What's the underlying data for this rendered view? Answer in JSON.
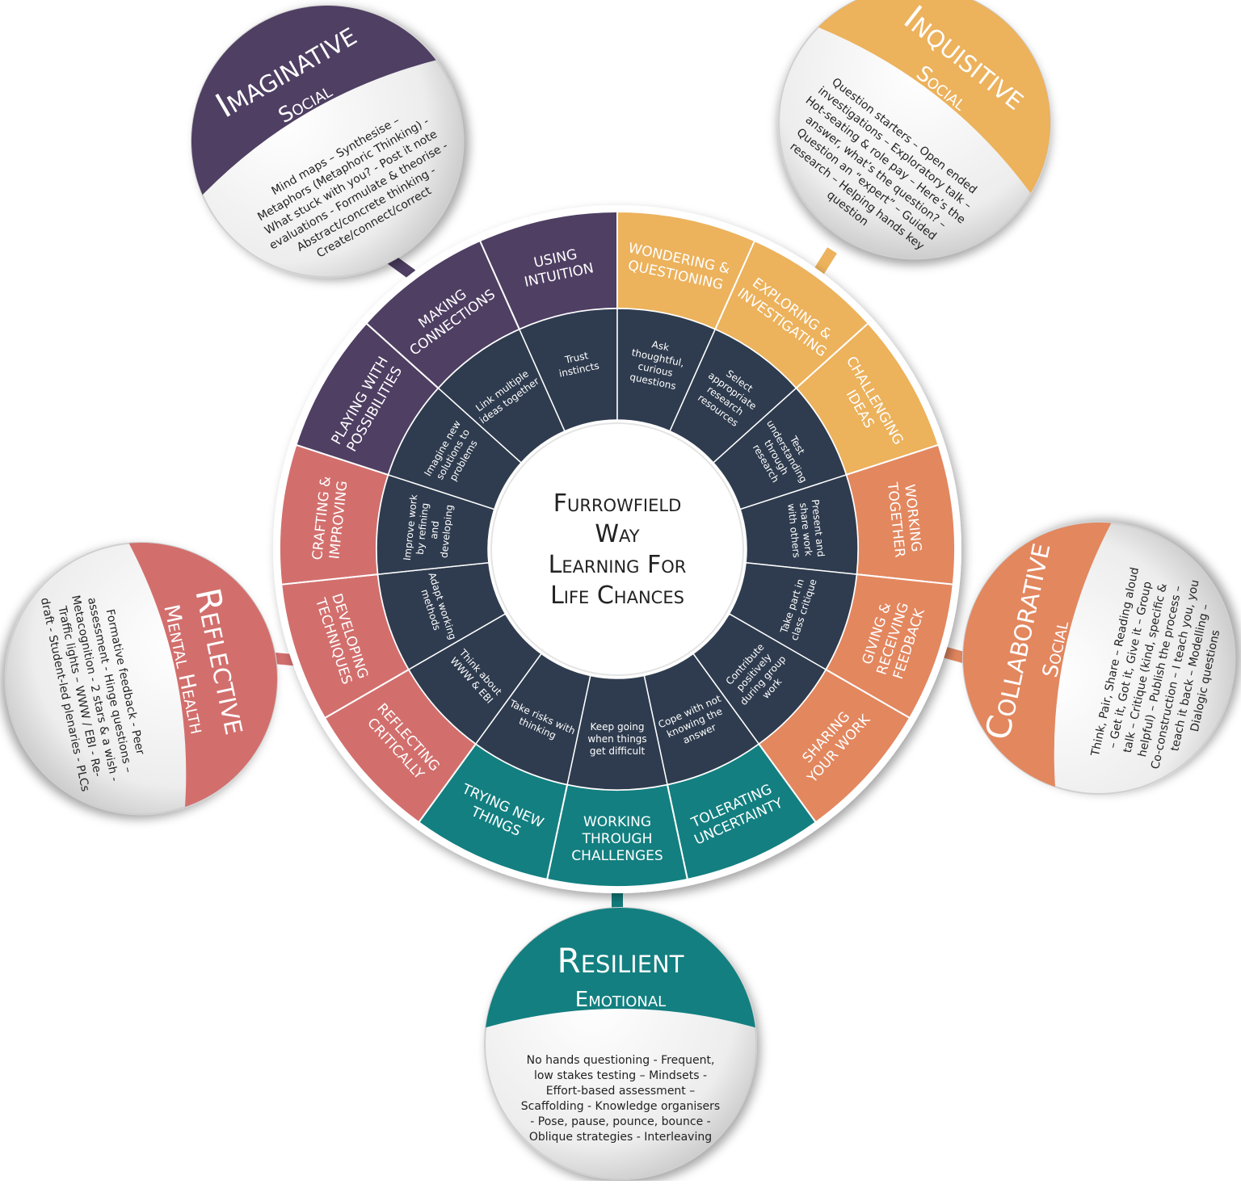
{
  "center": {
    "lines": [
      "Furrowfield",
      "Way",
      "Learning For",
      "Life Chances"
    ]
  },
  "colors": {
    "imaginative": "#4f3f63",
    "inquisitive": "#ecb25c",
    "collaborative": "#e3875f",
    "resilient": "#137f80",
    "reflective": "#d26f6d",
    "inner": "#2f3c4f",
    "bubble": "#f2f2f2"
  },
  "segments": [
    {
      "id": "using-intuition",
      "group": "imaginative",
      "outer": [
        "USING",
        "INTUITION"
      ],
      "inner": [
        "Trust",
        "instincts"
      ]
    },
    {
      "id": "wondering-questioning",
      "group": "inquisitive",
      "outer": [
        "WONDERING &",
        "QUESTIONING"
      ],
      "inner": [
        "Ask",
        "thoughtful,",
        "curious",
        "questions"
      ]
    },
    {
      "id": "exploring-investigating",
      "group": "inquisitive",
      "outer": [
        "EXPLORING &",
        "INVESTIGATING"
      ],
      "inner": [
        "Select",
        "appropriate",
        "research",
        "resources"
      ]
    },
    {
      "id": "challenging-ideas",
      "group": "inquisitive",
      "outer": [
        "CHALLENGING",
        "IDEAS"
      ],
      "inner": [
        "Test",
        "understanding",
        "through",
        "research"
      ]
    },
    {
      "id": "working-together",
      "group": "collaborative",
      "outer": [
        "WORKING",
        "TOGETHER"
      ],
      "inner": [
        "Present and",
        "share work",
        "with others"
      ]
    },
    {
      "id": "giving-receiving-feedback",
      "group": "collaborative",
      "outer": [
        "GIVING &",
        "RECEIVING",
        "FEEDBACK"
      ],
      "inner": [
        "Take part in",
        "class critique"
      ]
    },
    {
      "id": "sharing-your-work",
      "group": "collaborative",
      "outer": [
        "SHARING",
        "YOUR WORK"
      ],
      "inner": [
        "Contribute",
        "positively",
        "during group",
        "work"
      ]
    },
    {
      "id": "tolerating-uncertainty",
      "group": "resilient",
      "outer": [
        "TOLERATING",
        "UNCERTAINTY"
      ],
      "inner": [
        "Cope with not",
        "knowing the",
        "answer"
      ]
    },
    {
      "id": "working-through-challenges",
      "group": "resilient",
      "outer": [
        "WORKING",
        "THROUGH",
        "CHALLENGES"
      ],
      "inner": [
        "Keep going",
        "when things",
        "get difficult"
      ]
    },
    {
      "id": "trying-new-things",
      "group": "resilient",
      "outer": [
        "TRYING NEW",
        "THINGS"
      ],
      "inner": [
        "Take risks with",
        "thinking"
      ]
    },
    {
      "id": "reflecting-critically",
      "group": "reflective",
      "outer": [
        "REFLECTING",
        "CRITICALLY"
      ],
      "inner": [
        "Think about",
        "WWW & EBI"
      ]
    },
    {
      "id": "developing-techniques",
      "group": "reflective",
      "outer": [
        "DEVELOPING",
        "TECHNIQUES"
      ],
      "inner": [
        "Adapt working",
        "methods"
      ]
    },
    {
      "id": "crafting-improving",
      "group": "reflective",
      "outer": [
        "CRAFTING &",
        "IMPROVING"
      ],
      "inner": [
        "Improve work",
        "by refining",
        "and",
        "developing"
      ]
    },
    {
      "id": "playing-with-possibilities",
      "group": "imaginative",
      "outer": [
        "PLAYING WITH",
        "POSSIBILITIES"
      ],
      "inner": [
        "Imagine new",
        "solutions to",
        "problems"
      ]
    },
    {
      "id": "making-connections",
      "group": "imaginative",
      "outer": [
        "MAKING",
        "CONNECTIONS"
      ],
      "inner": [
        "Link multiple",
        "ideas together"
      ]
    }
  ],
  "bubbles": {
    "imaginative": {
      "title": "Imaginative",
      "subtitle": "Social",
      "body": [
        "Mind maps – Synthesise –",
        "Metaphors (Metaphoric Thinking) -",
        "What stuck with you? - Post it note",
        "evaluations - Formulate & theorise -",
        "Abstract/concrete thinking -",
        "Create/connect/correct"
      ]
    },
    "inquisitive": {
      "title": "Inquisitive",
      "subtitle": "Social",
      "body": [
        "Question starters – Open ended",
        "investigations – Exploratory talk –",
        "Hot-seating & role pay – Here’s the",
        "answer, what’s the question? –",
        "Question an “expert” – Guided",
        "research – Helping hands key",
        "question"
      ]
    },
    "collaborative": {
      "title": "Collaborative",
      "subtitle": "Social",
      "body": [
        "Think, Pair, Share – Reading aloud",
        "– Get it, Got it, Give it – Group",
        "talk – Critique (kind, specific &",
        "helpful) – Publish the process –",
        "Co-construction – I teach you, you",
        "teach it back – Modelling –",
        "Dialogic questions"
      ]
    },
    "resilient": {
      "title": "Resilient",
      "subtitle": "Emotional",
      "body": [
        "No hands questioning - Frequent,",
        "low stakes testing – Mindsets -",
        "Effort-based assessment –",
        "Scaffolding - Knowledge organisers",
        "- Pose, pause, pounce, bounce -",
        "Oblique strategies - Interleaving"
      ]
    },
    "reflective": {
      "title": "Reflective",
      "subtitle": "Mental Health",
      "body": [
        "Formative feedback - Peer",
        "assessment - Hinge questions –",
        "Metacognition - 2 stars & a wish -",
        "Traffic lights – WWW / EBI - Re-",
        "draft - Student-led plenaries - PLCs"
      ]
    }
  }
}
